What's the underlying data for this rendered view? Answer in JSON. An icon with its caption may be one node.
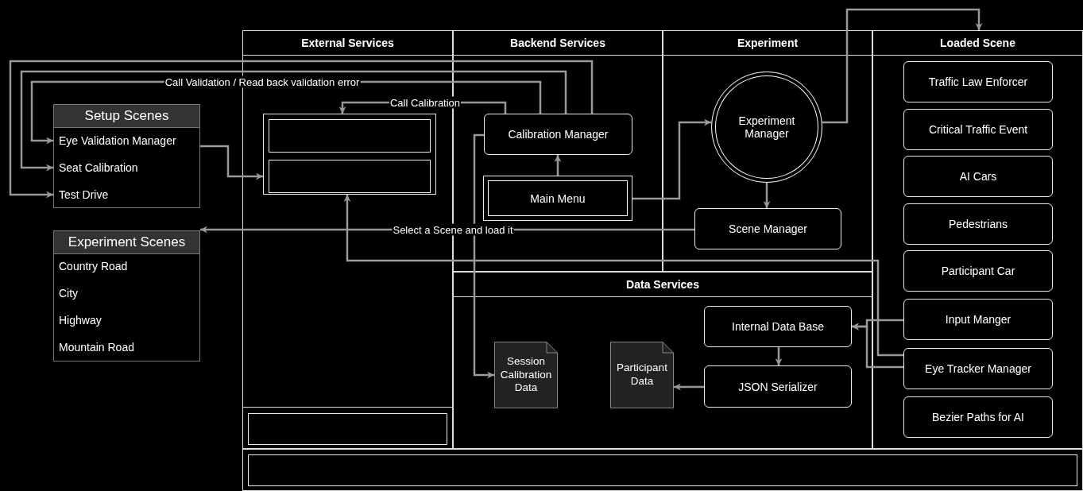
{
  "diagram": {
    "nodes": [
      {
        "text": [
          "Setup Scenes"
        ]
      },
      {
        "text": [
          "Eye Validation Manager"
        ],
        "in": 0
      },
      {
        "text": [
          "Seat Calibration"
        ],
        "in": 0
      },
      {
        "text": [
          "Test Drive"
        ],
        "in": 0
      },
      {
        "text": [
          "Experiment Scenes"
        ]
      },
      {
        "text": [
          "Country Road"
        ],
        "in": 4
      },
      {
        "text": [
          "City"
        ],
        "in": 4
      },
      {
        "text": [
          "Highway"
        ],
        "in": 4
      },
      {
        "text": [
          "Mountain Road"
        ],
        "in": 4
      },
      {
        "text": [
          "External Services"
        ]
      },
      {
        "text": [],
        "shape": "box",
        "in": 9
      },
      {
        "text": [],
        "shape": "box",
        "in": 10
      },
      {
        "text": [],
        "shape": "box",
        "in": 10
      },
      {
        "text": [],
        "shape": "box",
        "in": 9
      },
      {
        "text": [
          "Backend Services"
        ]
      },
      {
        "text": [
          "Calibration Manager"
        ],
        "in": 14
      },
      {
        "text": [
          "Main Menu"
        ],
        "in": 14
      },
      {
        "text": [
          "Experiment"
        ]
      },
      {
        "text": [
          "Experiment Manager"
        ],
        "in": 17
      },
      {
        "text": [
          "Scene Manager"
        ],
        "in": 17
      },
      {
        "text": [
          "Loaded Scene"
        ]
      },
      {
        "text": [
          "Traffic Law Enforcer"
        ],
        "in": 20
      },
      {
        "text": [
          "Critical Traffic Event"
        ],
        "in": 20
      },
      {
        "text": [
          "AI Cars"
        ],
        "in": 20
      },
      {
        "text": [
          "Pedestrians"
        ],
        "in": 20
      },
      {
        "text": [
          "Participant Car"
        ],
        "in": 20
      },
      {
        "text": [
          "Input Manger"
        ],
        "in": 20
      },
      {
        "text": [
          "Eye Tracker Manager"
        ],
        "in": 20
      },
      {
        "text": [
          "Bezier Paths for AI"
        ],
        "in": 20
      },
      {
        "text": [
          "Data Services"
        ]
      },
      {
        "text": [
          "Internal Data Base"
        ],
        "in": 29
      },
      {
        "text": [
          "JSON Serializer"
        ],
        "in": 29
      },
      {
        "text": [
          "Session Calibration Data"
        ],
        "in": 29
      },
      {
        "text": [
          "Participant Data"
        ],
        "in": 29
      },
      {
        "text": [],
        "shape": "box"
      }
    ],
    "edges": [
      {
        "from": 15,
        "to": 1,
        "arrow": "to",
        "label": "Call Validation / Read back validation error"
      },
      {
        "from": 15,
        "to": 2,
        "arrow": "to"
      },
      {
        "from": 15,
        "to": 3,
        "arrow": "to"
      },
      {
        "from": 15,
        "to": 10,
        "arrow": "to",
        "label": "Call Calibration"
      },
      {
        "from": 1,
        "to": 10,
        "arrow": "to"
      },
      {
        "from": 16,
        "to": 15,
        "arrow": "to"
      },
      {
        "from": 16,
        "to": 18,
        "arrow": "to"
      },
      {
        "from": 18,
        "to": 20,
        "arrow": "to"
      },
      {
        "from": 18,
        "to": 19,
        "arrow": "to"
      },
      {
        "from": 19,
        "to": 4,
        "arrow": "to",
        "label": "Select a Scene and load it"
      },
      {
        "from": 15,
        "to": 32,
        "arrow": "to"
      },
      {
        "from": 27,
        "to": 10,
        "arrow": "to"
      },
      {
        "from": 26,
        "to": 30,
        "arrow": "to"
      },
      {
        "from": 27,
        "to": 30,
        "arrow": "to"
      },
      {
        "from": 30,
        "to": 31,
        "arrow": "to"
      },
      {
        "from": 31,
        "to": 33,
        "arrow": "to"
      }
    ]
  }
}
